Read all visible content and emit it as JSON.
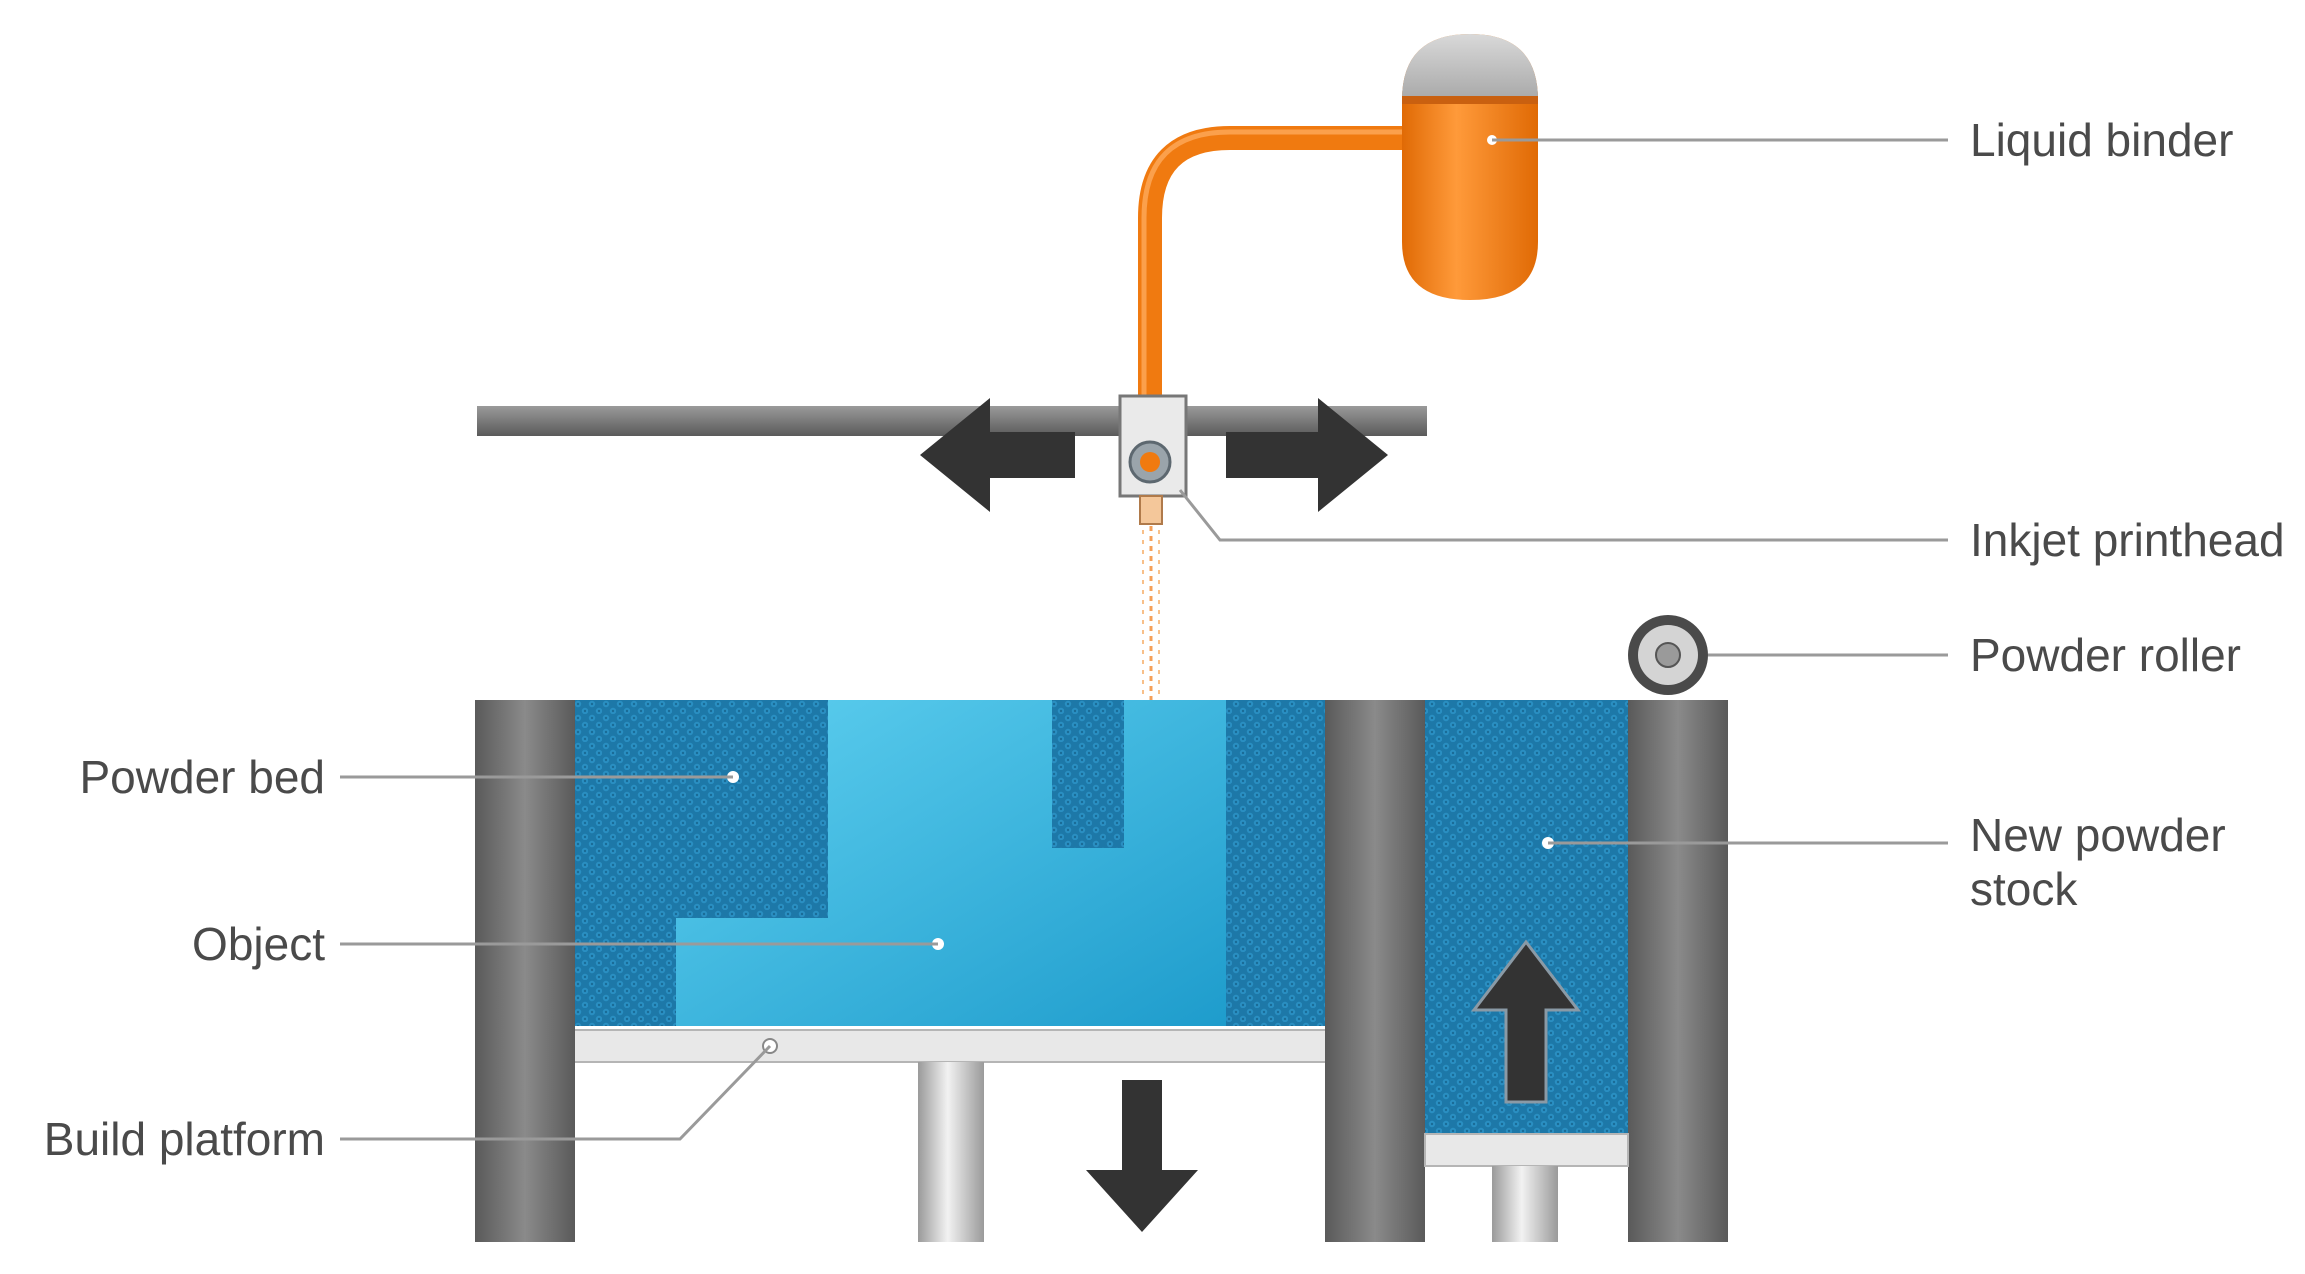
{
  "labels": {
    "liquid_binder": "Liquid binder",
    "inkjet_printhead": "Inkjet printhead",
    "powder_roller": "Powder roller",
    "new_powder_stock": "New powder\nstock",
    "powder_bed": "Powder bed",
    "object": "Object",
    "build_platform": "Build platform"
  },
  "colors": {
    "binder": "#f07a10",
    "binder_cap": "#bfbfbf",
    "powder": "#1f7fb0",
    "object": "#3cb8e0",
    "wall": "#6d6d6d",
    "wall_dark": "#4a4a4a",
    "platform": "#e8e8e8",
    "piston": "#c8c8c8",
    "arrow": "#333333",
    "leader": "#9a9a9a",
    "text": "#4a4a4a"
  },
  "icons": {
    "left_arrow": "left-arrow-icon",
    "right_arrow": "right-arrow-icon",
    "down_arrow": "down-arrow-icon",
    "up_arrow": "up-arrow-icon"
  }
}
